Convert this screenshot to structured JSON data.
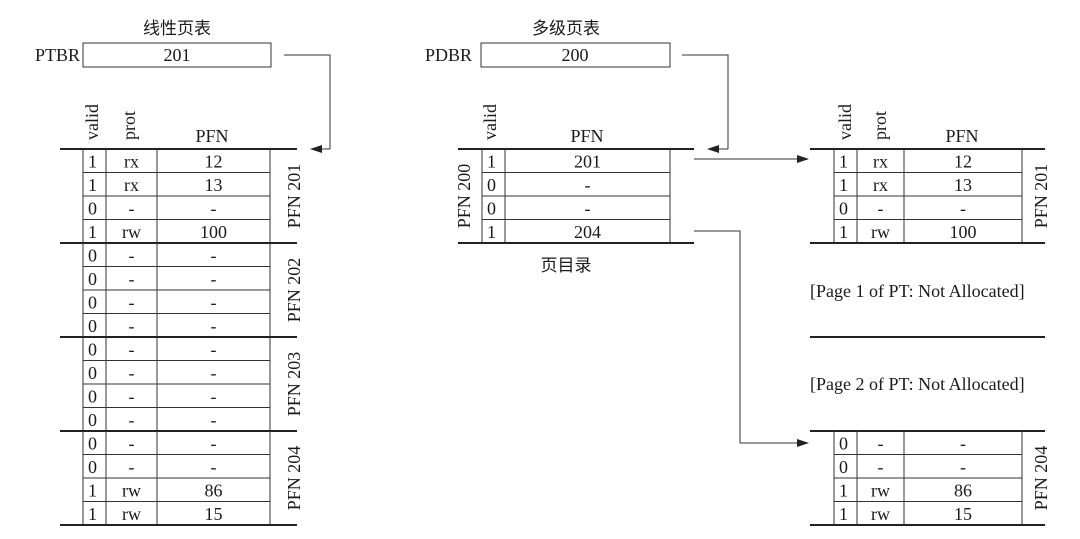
{
  "linear": {
    "title": "线性页表",
    "register_label": "PTBR",
    "register_value": "201",
    "headers": {
      "valid": "valid",
      "prot": "prot",
      "pfn": "PFN"
    },
    "pages": [
      {
        "label": "PFN 201",
        "rows": [
          [
            "1",
            "rx",
            "12"
          ],
          [
            "1",
            "rx",
            "13"
          ],
          [
            "0",
            "-",
            "-"
          ],
          [
            "1",
            "rw",
            "100"
          ]
        ]
      },
      {
        "label": "PFN 202",
        "rows": [
          [
            "0",
            "-",
            "-"
          ],
          [
            "0",
            "-",
            "-"
          ],
          [
            "0",
            "-",
            "-"
          ],
          [
            "0",
            "-",
            "-"
          ]
        ]
      },
      {
        "label": "PFN 203",
        "rows": [
          [
            "0",
            "-",
            "-"
          ],
          [
            "0",
            "-",
            "-"
          ],
          [
            "0",
            "-",
            "-"
          ],
          [
            "0",
            "-",
            "-"
          ]
        ]
      },
      {
        "label": "PFN 204",
        "rows": [
          [
            "0",
            "-",
            "-"
          ],
          [
            "0",
            "-",
            "-"
          ],
          [
            "1",
            "rw",
            "86"
          ],
          [
            "1",
            "rw",
            "15"
          ]
        ]
      }
    ]
  },
  "multilevel": {
    "title": "多级页表",
    "register_label": "PDBR",
    "register_value": "200",
    "directory": {
      "label": "PFN 200",
      "caption": "页目录",
      "headers": {
        "valid": "valid",
        "pfn": "PFN"
      },
      "rows": [
        [
          "1",
          "201"
        ],
        [
          "0",
          "-"
        ],
        [
          "0",
          "-"
        ],
        [
          "1",
          "204"
        ]
      ]
    },
    "page_tables": [
      {
        "label": "PFN 201",
        "headers": {
          "valid": "valid",
          "prot": "prot",
          "pfn": "PFN"
        },
        "rows": [
          [
            "1",
            "rx",
            "12"
          ],
          [
            "1",
            "rx",
            "13"
          ],
          [
            "0",
            "-",
            "-"
          ],
          [
            "1",
            "rw",
            "100"
          ]
        ]
      },
      {
        "label": "PFN 204",
        "rows": [
          [
            "0",
            "-",
            "-"
          ],
          [
            "0",
            "-",
            "-"
          ],
          [
            "1",
            "rw",
            "86"
          ],
          [
            "1",
            "rw",
            "15"
          ]
        ]
      }
    ],
    "not_allocated": [
      "[Page 1 of PT: Not Allocated]",
      "[Page 2 of PT: Not Allocated]"
    ]
  }
}
